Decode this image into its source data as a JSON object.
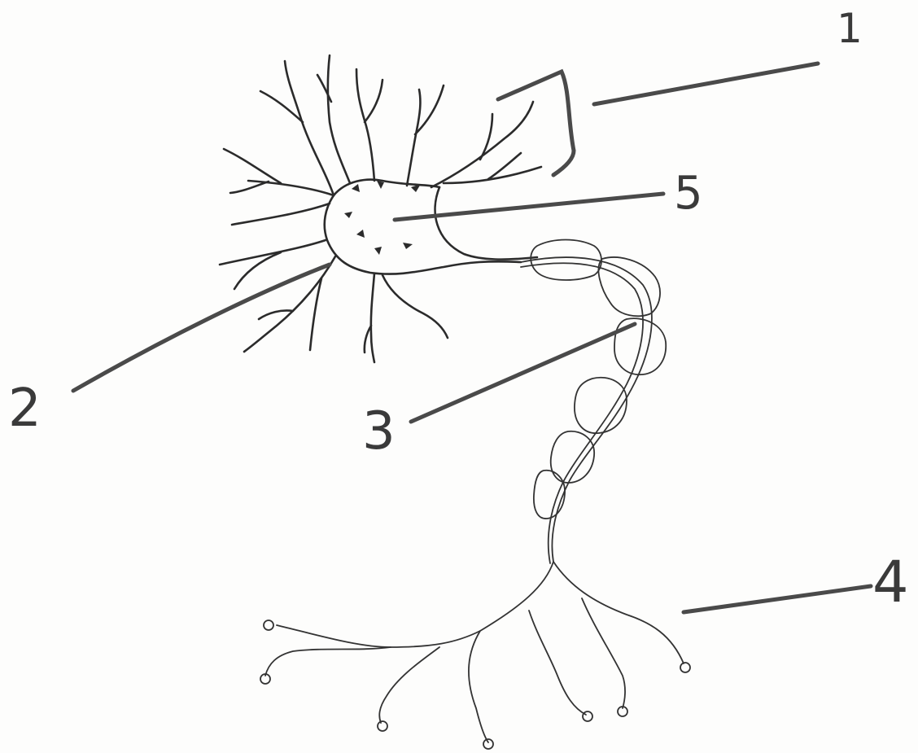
{
  "diagram": {
    "labels": [
      {
        "id": "label-1",
        "text": "1"
      },
      {
        "id": "label-2",
        "text": "2"
      },
      {
        "id": "label-3",
        "text": "3"
      },
      {
        "id": "label-4",
        "text": "4"
      },
      {
        "id": "label-5",
        "text": "5"
      }
    ]
  },
  "colors": {
    "ink": "#2b2b2b",
    "leader": "#4a4a4a",
    "paper": "#fdfdfc"
  }
}
